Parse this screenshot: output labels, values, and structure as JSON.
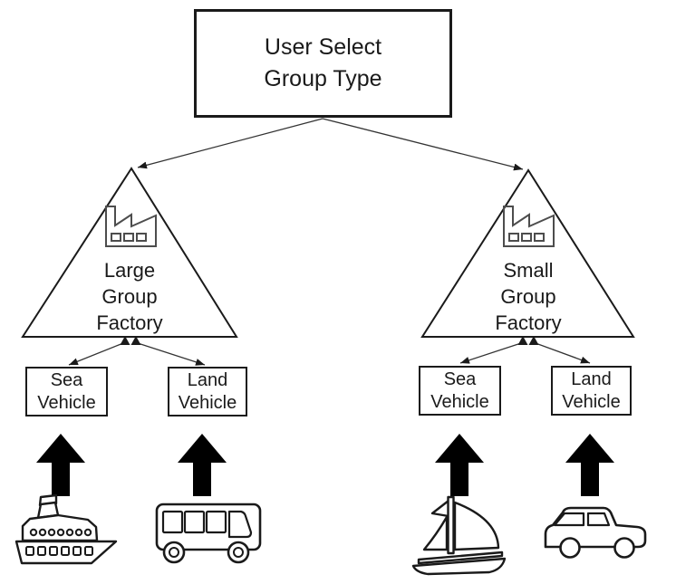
{
  "diagram": {
    "root": {
      "label_lines": [
        "User Select",
        "Group Type"
      ]
    },
    "branches": [
      {
        "factory": {
          "label_lines": [
            "Large",
            "Group",
            "Factory"
          ],
          "icon": "factory-icon"
        },
        "products": [
          {
            "label_lines": [
              "Sea",
              "Vehicle"
            ],
            "icon": "cruise-ship-icon"
          },
          {
            "label_lines": [
              "Land",
              "Vehicle"
            ],
            "icon": "bus-icon"
          }
        ]
      },
      {
        "factory": {
          "label_lines": [
            "Small",
            "Group",
            "Factory"
          ],
          "icon": "factory-icon"
        },
        "products": [
          {
            "label_lines": [
              "Sea",
              "Vehicle"
            ],
            "icon": "sailboat-icon"
          },
          {
            "label_lines": [
              "Land",
              "Vehicle"
            ],
            "icon": "car-icon"
          }
        ]
      }
    ],
    "colors": {
      "background": "#ffffff",
      "outline": "#1a1a1a",
      "connector_line": "#333333",
      "factory_icon": "#4d4d4d",
      "block_arrow": "#000000"
    }
  }
}
